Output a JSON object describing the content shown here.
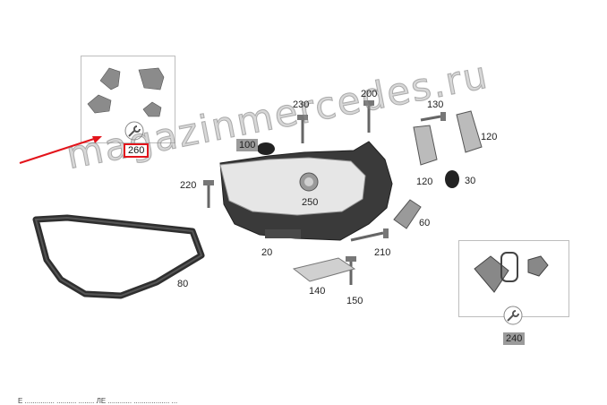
{
  "diagram": {
    "callouts": {
      "c260": "260",
      "c230": "230",
      "c200": "200",
      "c130": "130",
      "c120a": "120",
      "c100": "100",
      "c220": "220",
      "c250": "250",
      "c120b": "120",
      "c30": "30",
      "c60": "60",
      "c20": "20",
      "c210": "210",
      "c80": "80",
      "c140": "140",
      "c150": "150",
      "c240": "240"
    },
    "watermark": "magazinmercedes.ru",
    "footer_text": "Е ...............  .......... ........ ЛЕ ............  ..................  ..."
  },
  "colors": {
    "callout_grey": "#9b9b9b",
    "highlight_red": "#e3141b",
    "part_dark": "#3a3a3a",
    "part_light": "#d9d9d9"
  }
}
